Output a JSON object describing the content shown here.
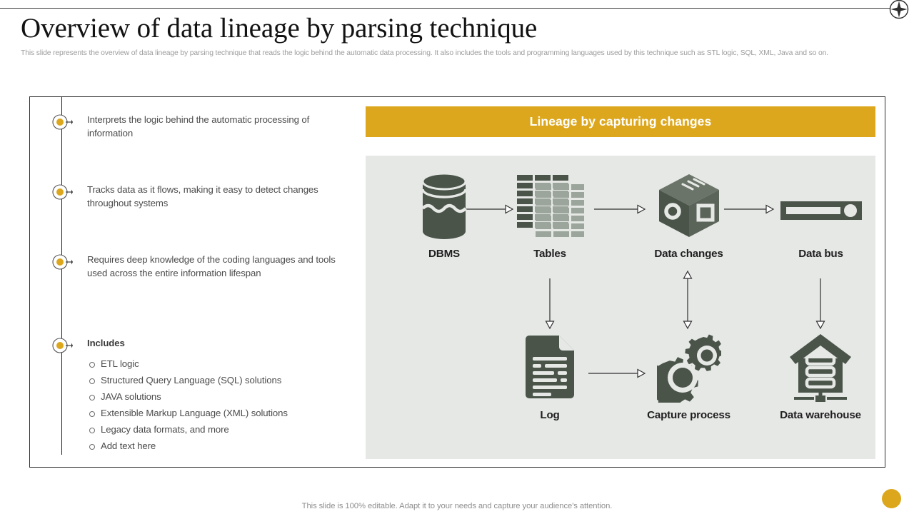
{
  "slide": {
    "title": "Overview of data lineage by parsing technique",
    "subtitle": "This slide represents the overview of data lineage by parsing technique that reads the logic behind the automatic data processing. It also includes the tools and programming languages used by this technique such as STL logic, SQL, XML, Java and so on.",
    "footer": "This slide is 100% editable. Adapt it to your needs and capture your audience's attention."
  },
  "colors": {
    "accent_gold": "#dca71c",
    "icon_green": "#4a5449",
    "icon_green_light": "#9ba59b",
    "panel_bg": "#e6e8e6",
    "text_gray": "#4b4b4b"
  },
  "left": {
    "bullets": [
      {
        "text": "Interprets the logic behind the automatic processing of information",
        "bold": false
      },
      {
        "text": "Tracks data as it flows, making it easy to detect changes throughout systems",
        "bold": false
      },
      {
        "text": "Requires deep knowledge of the coding languages and tools used across the entire information lifespan",
        "bold": false
      },
      {
        "text": "Includes",
        "bold": true
      }
    ],
    "sub_items": [
      "ETL logic",
      "Structured Query Language (SQL) solutions",
      "JAVA solutions",
      "Extensible Markup Language (XML) solutions",
      "Legacy data formats, and more",
      "Add text here"
    ]
  },
  "right": {
    "header": "Lineage by capturing changes",
    "nodes": [
      {
        "id": "dbms",
        "label": "DBMS",
        "icon": "database-cylinder-icon"
      },
      {
        "id": "tables",
        "label": "Tables",
        "icon": "tables-grid-icon"
      },
      {
        "id": "data-changes",
        "label": "Data changes",
        "icon": "cube-box-icon"
      },
      {
        "id": "data-bus",
        "label": "Data bus",
        "icon": "data-bus-icon"
      },
      {
        "id": "log",
        "label": "Log",
        "icon": "document-lines-icon"
      },
      {
        "id": "capture-process",
        "label": "Capture process",
        "icon": "gears-icon"
      },
      {
        "id": "data-warehouse",
        "label": "Data warehouse",
        "icon": "warehouse-servers-icon"
      }
    ],
    "connections": [
      {
        "from": "dbms",
        "to": "tables",
        "direction": "right"
      },
      {
        "from": "tables",
        "to": "data-changes",
        "direction": "right"
      },
      {
        "from": "data-changes",
        "to": "data-bus",
        "direction": "right"
      },
      {
        "from": "tables",
        "to": "log",
        "direction": "down"
      },
      {
        "from": "data-changes",
        "to": "capture-process",
        "direction": "both-vertical"
      },
      {
        "from": "data-bus",
        "to": "data-warehouse",
        "direction": "down"
      },
      {
        "from": "log",
        "to": "capture-process",
        "direction": "right"
      }
    ]
  }
}
